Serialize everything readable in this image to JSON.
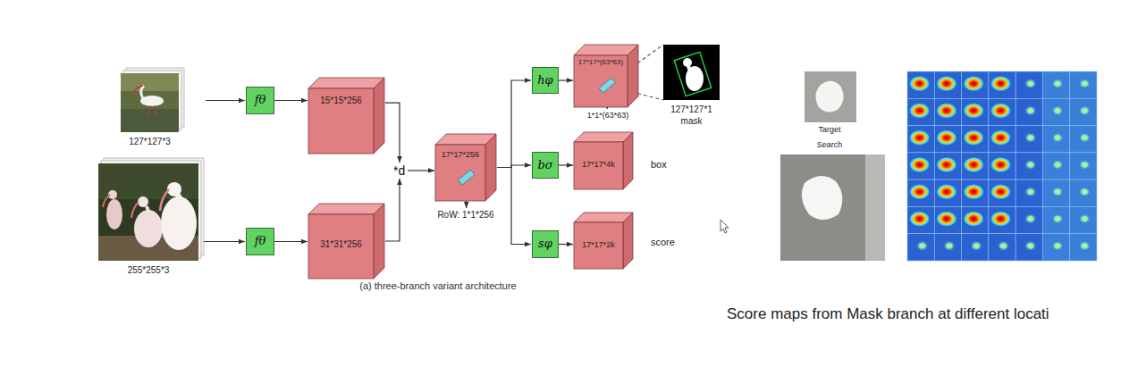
{
  "diagram": {
    "caption": "(a) three-branch variant architecture",
    "nodes": [
      {
        "text": [
          "127*127*3"
        ]
      },
      {
        "text": [
          "fθ"
        ]
      },
      {
        "text": [
          "15*15*256"
        ]
      },
      {
        "text": [
          "255*255*3"
        ]
      },
      {
        "text": [
          "fθ"
        ]
      },
      {
        "text": [
          "31*31*256"
        ]
      },
      {
        "text": [
          "*d"
        ]
      },
      {
        "text": [
          "17*17*256"
        ]
      },
      {
        "text": [
          "hφ"
        ]
      },
      {
        "text": [
          "17*17*(63*63)"
        ]
      },
      {
        "text": [
          "127*127*1 mask"
        ]
      },
      {
        "text": [
          "bσ"
        ]
      },
      {
        "text": [
          "17*17*4k"
        ]
      },
      {
        "text": [
          "sφ"
        ]
      },
      {
        "text": [
          "17*17*2k"
        ]
      }
    ],
    "edges": [
      {
        "from": 0,
        "to": 1,
        "arrow": "to"
      },
      {
        "from": 1,
        "to": 2,
        "arrow": "to"
      },
      {
        "from": 3,
        "to": 4,
        "arrow": "to"
      },
      {
        "from": 4,
        "to": 5,
        "arrow": "to"
      },
      {
        "from": 2,
        "to": 6,
        "arrow": "to"
      },
      {
        "from": 5,
        "to": 6,
        "arrow": "to"
      },
      {
        "from": 6,
        "to": 7,
        "arrow": "to"
      },
      {
        "from": 7,
        "to": 8,
        "arrow": "to"
      },
      {
        "from": 7,
        "to": 11,
        "arrow": "to"
      },
      {
        "from": 7,
        "to": 13,
        "arrow": "to"
      },
      {
        "from": 8,
        "to": 9,
        "arrow": "to"
      },
      {
        "from": 11,
        "to": 12,
        "arrow": "to"
      },
      {
        "from": 13,
        "to": 14,
        "arrow": "to"
      },
      {
        "from": 9,
        "to": 10,
        "arrow": "none"
      }
    ],
    "labels": [
      "1*1*(63*63)",
      "box",
      "RoW: 1*1*256",
      "score",
      "Target",
      "Search",
      "Score maps from Mask branch at different locati"
    ]
  }
}
